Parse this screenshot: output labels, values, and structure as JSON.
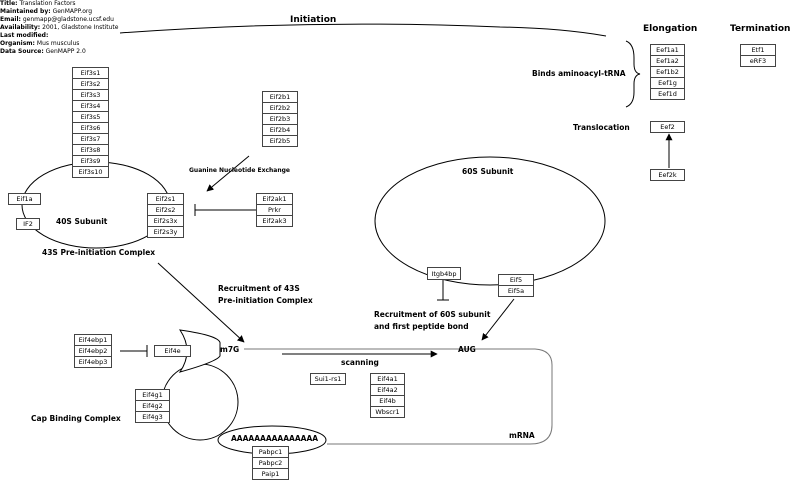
{
  "meta": {
    "title_key": "Title:",
    "title": "Translation Factors",
    "maintained_key": "Maintained by:",
    "maintained": "GenMAPP.org",
    "email_key": "Email:",
    "email": "genmapp@gladstone.ucsf.edu",
    "availability_key": "Availability:",
    "availability": "2001, Gladstone Institute",
    "modified_key": "Last modified:",
    "modified": "",
    "organism_key": "Organism:",
    "organism": "Mus musculus",
    "source_key": "Data Source:",
    "source": "GenMAPP 2.0"
  },
  "headers": {
    "initiation": "Initiation",
    "elongation": "Elongation",
    "termination": "Termination"
  },
  "labels": {
    "binds_trna": "Binds aminoacyl-tRNA",
    "translocation": "Translocation",
    "guanine_exchange": "Guanine Nucleotide Exchange",
    "subunit_40s": "40S Subunit",
    "pre_initiation": "43S Pre-initiation Complex",
    "recruit_43s_1": "Recruitment of 43S",
    "recruit_43s_2": "Pre-initiation Complex",
    "subunit_60s": "60S Subunit",
    "recruit_60s_1": "Recruitment of 60S subunit",
    "recruit_60s_2": "and first peptide bond",
    "m7g": "m7G",
    "aug": "AUG",
    "scanning": "scanning",
    "cap_binding": "Cap Binding Complex",
    "mrna": "mRNA",
    "polya": "AAAAAAAAAAAAAAA"
  },
  "genes": {
    "eif3": [
      "Eif3s1",
      "Eif3s2",
      "Eif3s3",
      "Eif3s4",
      "Eif3s5",
      "Eif3s6",
      "Eif3s7",
      "Eif3s8",
      "Eif3s9",
      "Eif3s10"
    ],
    "eif2b": [
      "Eif2b1",
      "Eif2b2",
      "Eif2b3",
      "Eif2b4",
      "Eif2b5"
    ],
    "eif2s": [
      "Eif2s1",
      "Eif2s2",
      "Eif2s3x",
      "Eif2s3y"
    ],
    "eif2ak": [
      "Eif2ak1",
      "Prkr",
      "Eif2ak3"
    ],
    "eif1a": "Eif1a",
    "if2": "IF2",
    "eef1": [
      "Eef1a1",
      "Eef1a2",
      "Eef1b2",
      "Eef1g",
      "Eef1d"
    ],
    "termination": [
      "Etf1",
      "eRF3"
    ],
    "eef2": "Eef2",
    "eef2k": "Eef2k",
    "itgb4bp": "Itgb4bp",
    "eif5": [
      "Eif5",
      "Eif5a"
    ],
    "eif4ebp": [
      "Eif4ebp1",
      "Eif4ebp2",
      "Eif4ebp3"
    ],
    "eif4e": "Eif4e",
    "eif4g": [
      "Eif4g1",
      "Eif4g2",
      "Eif4g3"
    ],
    "sui1": "Sui1-rs1",
    "eif4a": [
      "Eif4a1",
      "Eif4a2",
      "Eif4b",
      "Wbscr1"
    ],
    "pabpc": [
      "Pabpc1",
      "Pabpc2",
      "Paip1"
    ]
  }
}
